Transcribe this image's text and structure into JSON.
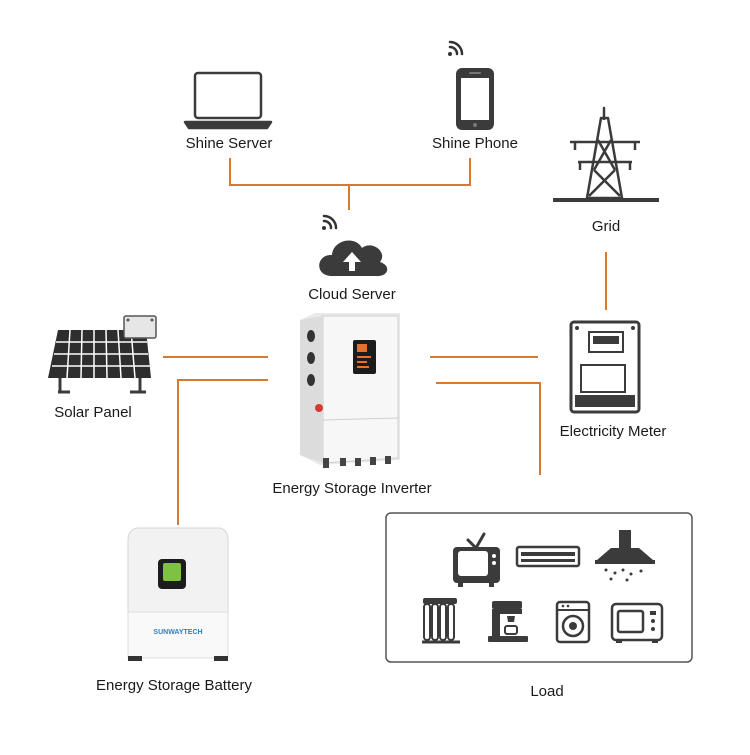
{
  "labels": {
    "shine_server": "Shine Server",
    "shine_phone": "Shine Phone",
    "grid": "Grid",
    "cloud_server": "Cloud Server",
    "solar_panel": "Solar Panel",
    "electricity_meter": "Electricity Meter",
    "inverter": "Energy Storage Inverter",
    "battery": "Energy Storage Battery",
    "load": "Load"
  },
  "battery_brand": "SUNWAYTECH",
  "colors": {
    "connector": "#d9782f",
    "accent": "#e8702a",
    "device_dark": "#3b3b3b",
    "device_light": "#f2f2f2"
  },
  "icons": [
    "laptop-icon",
    "phone-icon",
    "wifi-icon",
    "cloud-upload-icon",
    "transmission-tower-icon",
    "solar-panel-icon",
    "electricity-meter-icon",
    "inverter-icon",
    "battery-icon",
    "tv-icon",
    "air-conditioner-icon",
    "range-hood-icon",
    "oil-heater-icon",
    "coffee-machine-icon",
    "washing-machine-icon",
    "microwave-icon"
  ]
}
